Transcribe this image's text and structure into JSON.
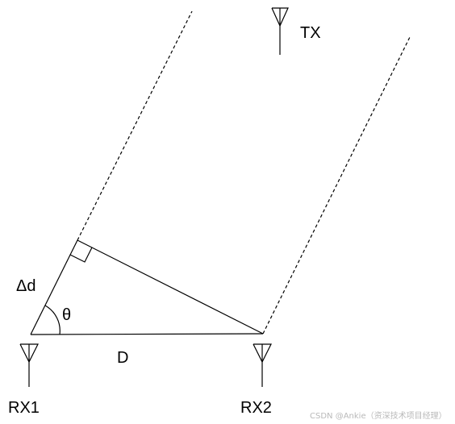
{
  "labels": {
    "tx": "TX",
    "rx1": "RX1",
    "rx2": "RX2",
    "delta_d": "Δd",
    "theta": "θ",
    "baseline": "D"
  },
  "watermark": "CSDN @Ankie（资深技术项目经理）"
}
